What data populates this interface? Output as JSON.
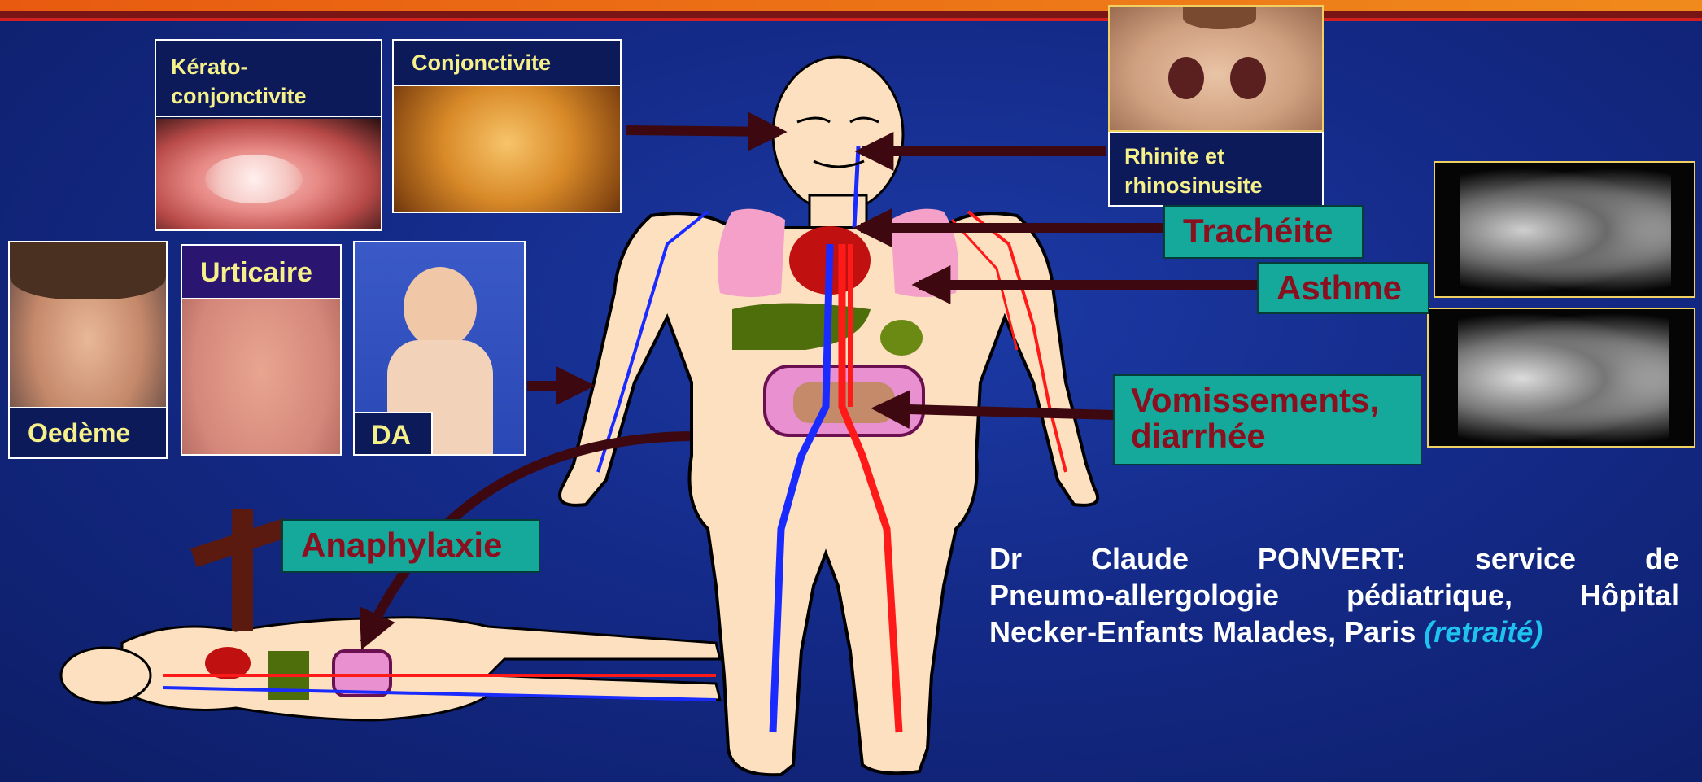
{
  "labels": {
    "kerato": "Kérato-\nconjonctivite",
    "conjonctivite": "Conjonctivite",
    "rhinite": "Rhinite et\nrhinosinusite",
    "urticaire": "Urticaire",
    "oedeme": "Oedème",
    "da": "DA",
    "tracheite": "Trachéite",
    "asthme": "Asthme",
    "vomissements": "Vomissements,\ndiarrhée",
    "anaphylaxie": "Anaphylaxie"
  },
  "credit": {
    "line1": "Dr Claude PONVERT: service de",
    "line2": "Pneumo-allergologie pédiatrique, Hôpital",
    "line3a": "Necker-Enfants Malades, Paris",
    "line3b": "(retraité)"
  },
  "colors": {
    "background": "#142a88",
    "label_text": "#f6f08a",
    "teal_box": "#14a99a",
    "teal_text": "#8a0f1f",
    "arrow": "#3d0810",
    "artery": "#ff1a1a",
    "vein": "#1a2bff",
    "skin": "#fde0c0",
    "credit_accent": "#1ec4ef"
  },
  "icons": [
    "cross-icon",
    "arrow-icon"
  ]
}
